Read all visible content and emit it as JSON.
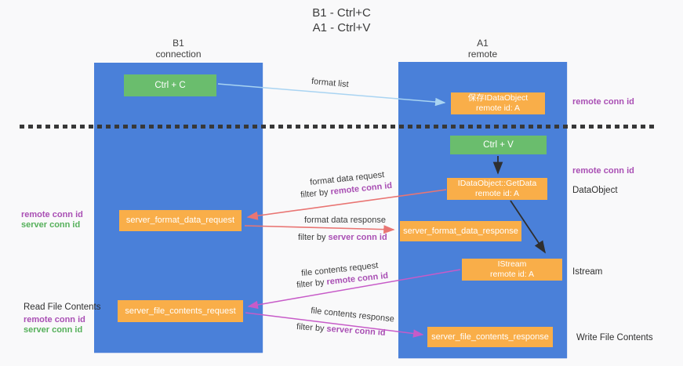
{
  "title": {
    "line1": "B1 - Ctrl+C",
    "line2": "A1 - Ctrl+V"
  },
  "columns": {
    "left": {
      "name": "B1",
      "role": "connection"
    },
    "right": {
      "name": "A1",
      "role": "remote"
    }
  },
  "nodes": {
    "ctrl_c": {
      "label": "Ctrl + C"
    },
    "ctrl_v": {
      "label": "Ctrl + V"
    },
    "save_dataobject": {
      "line1": "保存IDataObject",
      "line2": "remote id: A"
    },
    "getdata": {
      "line1": "IDataObject::GetData",
      "line2": "remote id: A"
    },
    "istream": {
      "line1": "IStream",
      "line2": "remote id: A"
    },
    "server_format_data_request": {
      "label": "server_format_data_request"
    },
    "server_format_data_response": {
      "label": "server_format_data_response"
    },
    "server_file_contents_request": {
      "label": "server_file_contents_request"
    },
    "server_file_contents_response": {
      "label": "server_file_contents_response"
    }
  },
  "edges": {
    "format_list": "format list",
    "format_data_request": "format data request",
    "format_data_response": "format data response",
    "file_contents_request": "file contents request",
    "file_contents_response": "file contents response",
    "filter_by": "filter by"
  },
  "annotations": {
    "remote_conn_id": "remote conn id",
    "server_conn_id": "server conn id",
    "dataobject": "DataObject",
    "istream": "Istream",
    "read_file_contents": "Read File Contents",
    "write_file_contents": "Write File Contents"
  },
  "colors": {
    "column_blue": "#4a80d9",
    "node_orange": "#f9ae49",
    "node_green": "#6abd6d",
    "arrow_salmon": "#e97573",
    "arrow_magenta": "#c75bc8",
    "arrow_lightblue": "#a9d4f2",
    "arrow_black": "#2f2f2f",
    "text_purple": "#a94fb4",
    "text_green": "#55b05a"
  }
}
